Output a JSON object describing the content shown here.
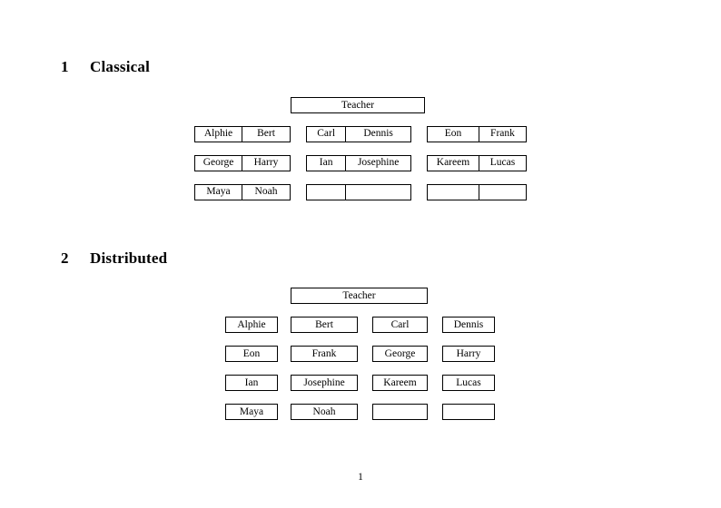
{
  "document": {
    "page_number": "1",
    "background_color": "#ffffff",
    "text_color": "#000000",
    "border_color": "#000000"
  },
  "sections": [
    {
      "number": "1",
      "title": "Classical",
      "teacher": {
        "label": "Teacher"
      },
      "groups": [
        {
          "rows": [
            {
              "cells": [
                "Alphie",
                "Bert"
              ]
            },
            {
              "cells": [
                "George",
                "Harry"
              ]
            },
            {
              "cells": [
                "Maya",
                "Noah"
              ]
            }
          ]
        },
        {
          "rows": [
            {
              "cells": [
                "Carl",
                "Dennis"
              ]
            },
            {
              "cells": [
                "Ian",
                "Josephine"
              ]
            },
            {
              "cells": [
                "",
                ""
              ]
            }
          ]
        },
        {
          "rows": [
            {
              "cells": [
                "Eon",
                "Frank"
              ]
            },
            {
              "cells": [
                "Kareem",
                "Lucas"
              ]
            },
            {
              "cells": [
                "",
                ""
              ]
            }
          ]
        }
      ]
    },
    {
      "number": "2",
      "title": "Distributed",
      "teacher": {
        "label": "Teacher"
      },
      "columns": [
        {
          "boxes": [
            "Alphie",
            "Eon",
            "Ian",
            "Maya"
          ]
        },
        {
          "boxes": [
            "Bert",
            "Frank",
            "Josephine",
            "Noah"
          ]
        },
        {
          "boxes": [
            "Carl",
            "George",
            "Kareem",
            ""
          ]
        },
        {
          "boxes": [
            "Dennis",
            "Harry",
            "Lucas",
            ""
          ]
        }
      ]
    }
  ]
}
